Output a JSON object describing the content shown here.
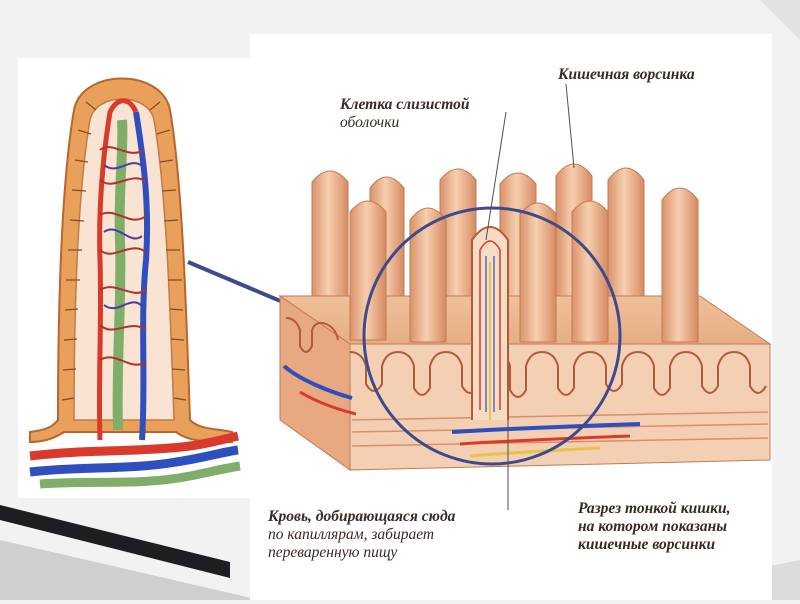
{
  "labels": {
    "intestinal_villus": "Кишечная ворсинка",
    "mucosa_cell_line1": "Клетка слизистой",
    "mucosa_cell_line2": "оболочки",
    "blood_line1": "Кровь, добирающаяся сюда",
    "blood_line2": "по капиллярам, забирает",
    "blood_line3": "переваренную пищу",
    "section_line1": "Разрез тонкой кишки,",
    "section_line2": "на котором показаны",
    "section_line3": "кишечные ворсинки"
  },
  "colors": {
    "background": "#f2f2f2",
    "panel": "#ffffff",
    "epithelium": "#e8a05a",
    "villus_flesh": "#eab189",
    "artery": "#d93a2b",
    "vein": "#2f4fbf",
    "lymph": "#7fae6b",
    "magnifier": "#3d4a8c",
    "decor_dark": "#1e1e22"
  }
}
